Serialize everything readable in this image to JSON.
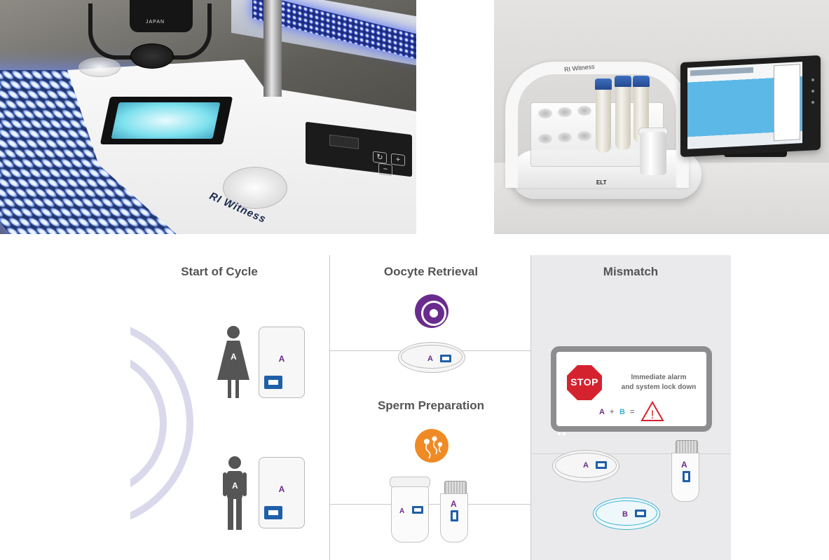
{
  "photos": {
    "workstation": {
      "brand": "RI Witness",
      "microscope_label": "JAPAN"
    },
    "tube_rack": {
      "arch_label": "RI Witness",
      "logo": "ELT"
    }
  },
  "infographic": {
    "columns": {
      "start": {
        "title": "Start of Cycle"
      },
      "oocyte": {
        "title": "Oocyte Retrieval"
      },
      "sperm": {
        "title": "Sperm Preparation"
      },
      "mismatch": {
        "title": "Mismatch"
      }
    },
    "start_cards": [
      {
        "person": "female",
        "person_label": "A",
        "card_label": "A"
      },
      {
        "person": "male",
        "person_label": "A",
        "card_label": "A"
      }
    ],
    "oocyte_dish_label": "A",
    "sperm_jar_label": "A",
    "sperm_tube_label": "A",
    "alarm": {
      "stop_label": "STOP",
      "message_line1": "Immediate alarm",
      "message_line2": "and system lock down",
      "eq_a": "A",
      "eq_plus": "+",
      "eq_b": "B",
      "eq_equals": "=",
      "warning_glyph": "!"
    },
    "mismatch_dish_a": "A",
    "mismatch_tube": "A",
    "mismatch_dish_b": "B",
    "colors": {
      "purple": "#6a2c8c",
      "orange": "#f08a24",
      "tag_blue": "#1f5fa8",
      "cyan": "#3bb2d6",
      "stop_red": "#d5222f",
      "mismatch_bg": "#eaeaec"
    },
    "icons": [
      "oocyte-icon",
      "sperm-icon",
      "stop-sign-icon",
      "warning-triangle-icon",
      "female-figure-icon",
      "male-figure-icon"
    ]
  }
}
